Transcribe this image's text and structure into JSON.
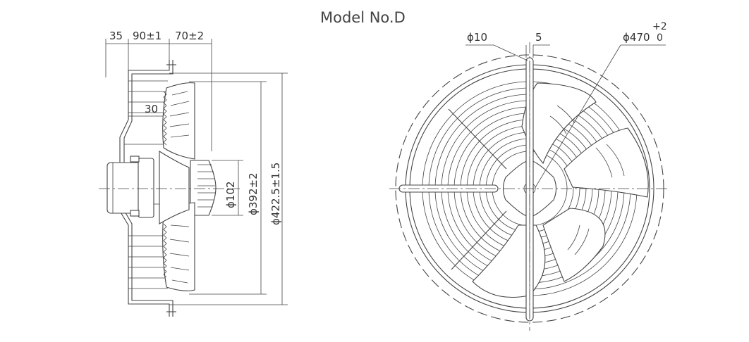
{
  "title": "Model No.D",
  "side_view": {
    "dim_35": "35",
    "dim_90": "90±1",
    "dim_70": "70±2",
    "dim_30": "30",
    "dim_d102": "ϕ102",
    "dim_d392": "ϕ392±2",
    "dim_d422": "ϕ422.5±1.5"
  },
  "front_view": {
    "dim_hole": "ϕ10",
    "dim_5": "5",
    "dim_d470": "ϕ470",
    "tol_upper": "+2",
    "tol_lower": "0"
  }
}
